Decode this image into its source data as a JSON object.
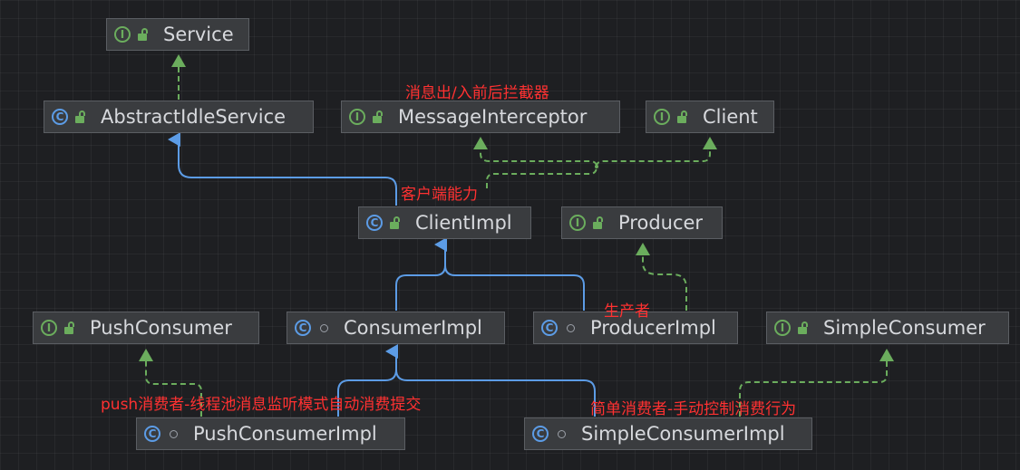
{
  "nodes": {
    "service": {
      "kind": "I",
      "visibility": "public",
      "label": "Service"
    },
    "abstract_idle_service": {
      "kind": "C",
      "visibility": "public",
      "label": "AbstractIdleService"
    },
    "message_interceptor": {
      "kind": "I",
      "visibility": "public",
      "label": "MessageInterceptor"
    },
    "client": {
      "kind": "I",
      "visibility": "public",
      "label": "Client"
    },
    "client_impl": {
      "kind": "C",
      "visibility": "public",
      "label": "ClientImpl"
    },
    "producer": {
      "kind": "I",
      "visibility": "public",
      "label": "Producer"
    },
    "push_consumer": {
      "kind": "I",
      "visibility": "public",
      "label": "PushConsumer"
    },
    "consumer_impl": {
      "kind": "C",
      "visibility": "package-private",
      "label": "ConsumerImpl"
    },
    "producer_impl": {
      "kind": "C",
      "visibility": "package-private",
      "label": "ProducerImpl"
    },
    "simple_consumer": {
      "kind": "I",
      "visibility": "public",
      "label": "SimpleConsumer"
    },
    "push_consumer_impl": {
      "kind": "C",
      "visibility": "package-private",
      "label": "PushConsumerImpl"
    },
    "simple_consumer_impl": {
      "kind": "C",
      "visibility": "package-private",
      "label": "SimpleConsumerImpl"
    }
  },
  "notes": {
    "interceptor_note": "消息出/入前后拦截器",
    "client_impl_note": "客户端能力",
    "producer_note": "生产者",
    "push_note": "push消费者-线程池消息监听模式自动消费提交",
    "simple_note": "简单消费者-手动控制消费行为"
  },
  "colors": {
    "background": "#1e1f22",
    "node_fill": "#3a3c3f",
    "extends_edge": "#5c9ce6",
    "implements_edge": "#6bad5d",
    "note_text": "#ff3131"
  },
  "edges": [
    {
      "from": "AbstractIdleService",
      "to": "Service",
      "type": "implements"
    },
    {
      "from": "ClientImpl",
      "to": "AbstractIdleService",
      "type": "extends"
    },
    {
      "from": "ClientImpl",
      "to": "MessageInterceptor",
      "type": "implements"
    },
    {
      "from": "ClientImpl",
      "to": "Client",
      "type": "implements"
    },
    {
      "from": "ConsumerImpl",
      "to": "ClientImpl",
      "type": "extends"
    },
    {
      "from": "ProducerImpl",
      "to": "ClientImpl",
      "type": "extends"
    },
    {
      "from": "ProducerImpl",
      "to": "Producer",
      "type": "implements"
    },
    {
      "from": "PushConsumerImpl",
      "to": "ConsumerImpl",
      "type": "extends"
    },
    {
      "from": "PushConsumerImpl",
      "to": "PushConsumer",
      "type": "implements"
    },
    {
      "from": "SimpleConsumerImpl",
      "to": "ConsumerImpl",
      "type": "extends"
    },
    {
      "from": "SimpleConsumerImpl",
      "to": "SimpleConsumer",
      "type": "implements"
    }
  ]
}
